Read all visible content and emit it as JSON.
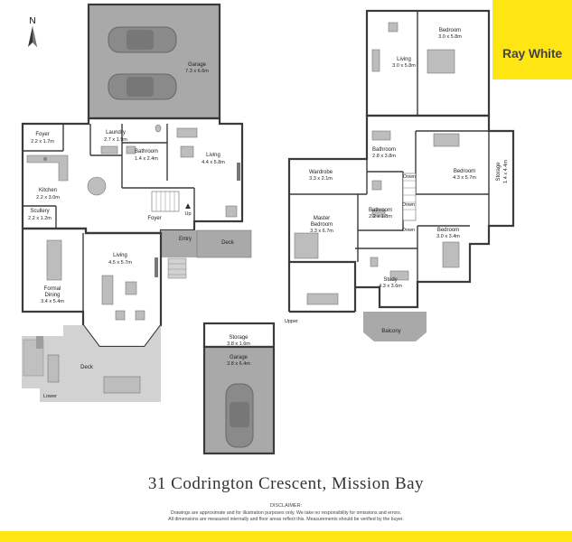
{
  "brand": {
    "name": "Ray White",
    "color": "#ffe512"
  },
  "compass": {
    "label": "N"
  },
  "levels": {
    "lower": "Lower",
    "upper": "Upper"
  },
  "address": "31 Codrington Crescent, Mission Bay",
  "disclaimer": {
    "title": "DISCLAIMER:",
    "line1": "Drawings are approximate and for illustration purposes only. We take no responsibility for omissions and errors.",
    "line2": "All dimensions are measured internally and floor areas reflect this. Measurements should be verified by the buyer."
  },
  "lower_rooms": {
    "garage": {
      "name": "Garage",
      "dim": "7.3 x 6.6m"
    },
    "foyer1": {
      "name": "Foyer",
      "dim": "2.2 x 1.7m"
    },
    "laundry": {
      "name": "Laundry",
      "dim": "2.7 x 1.9m"
    },
    "bathroom": {
      "name": "Bathroom",
      "dim": "1.4 x 2.4m"
    },
    "living1": {
      "name": "Living",
      "dim": "4.4 x 5.8m"
    },
    "kitchen": {
      "name": "Kitchen",
      "dim": "2.2 x 3.0m"
    },
    "scullery": {
      "name": "Scullery",
      "dim": "2.2 x 1.2m"
    },
    "foyer2": {
      "name": "Foyer"
    },
    "entry": {
      "name": "Entry"
    },
    "up": {
      "name": "Up"
    },
    "deck_small": {
      "name": "Deck"
    },
    "living2": {
      "name": "Living",
      "dim": "4.5 x 5.7m"
    },
    "formal": {
      "name1": "Formal",
      "name2": "Dining",
      "dim": "3.4 x 5.4m"
    },
    "deck": {
      "name": "Deck"
    }
  },
  "upper_rooms": {
    "living": {
      "name": "Living",
      "dim": "3.0 x 5.8m"
    },
    "bedroom1": {
      "name": "Bedroom",
      "dim": "3.0 x 5.8m"
    },
    "bathroom1": {
      "name": "Bathroom",
      "dim": "2.8 x 3.8m"
    },
    "bedroom2": {
      "name": "Bedroom",
      "dim": "4.3 x 5.7m"
    },
    "storage": {
      "name": "Storage",
      "dim": "1.4 x 4.4m"
    },
    "wardrobe": {
      "name": "Wardrobe",
      "dim": "3.3 x 2.1m"
    },
    "master": {
      "name1": "Master",
      "name2": "Bedroom",
      "dim": "3.3 x 6.7m"
    },
    "bathroom2": {
      "name": "Bathroom",
      "dim": "2.2 x 1.8m"
    },
    "down1": {
      "name": "Down"
    },
    "down2": {
      "name": "Down"
    },
    "down3": {
      "name": "Down"
    },
    "bedroom3": {
      "name": "Bedroom",
      "dim": "3.0 x 3.4m"
    },
    "study": {
      "name": "Study",
      "dim": "4.3 x 3.6m"
    },
    "balcony": {
      "name": "Balcony"
    }
  },
  "separate": {
    "storage": {
      "name": "Storage",
      "dim": "3.8 x 1.6m"
    },
    "garage": {
      "name": "Garage",
      "dim": "3.8 x 6.4m"
    }
  }
}
